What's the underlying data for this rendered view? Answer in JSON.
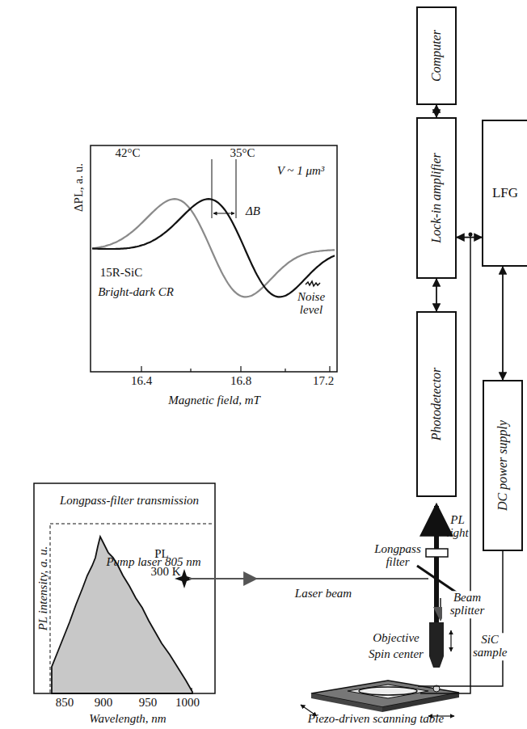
{
  "diagram": {
    "nodes": [
      {
        "text": [
          "Computer"
        ]
      },
      {
        "text": [
          "Lock-in amplifier"
        ]
      },
      {
        "text": [
          "LFG"
        ]
      },
      {
        "text": [
          "Photodetector"
        ]
      },
      {
        "text": [
          "DC power supply"
        ]
      }
    ],
    "edges": [
      {
        "from": 0,
        "to": 1,
        "arrow": "both"
      },
      {
        "from": 1,
        "to": 2,
        "arrow": "both"
      },
      {
        "from": 1,
        "to": 3,
        "arrow": "both"
      },
      {
        "from": 2,
        "to": 4,
        "arrow": "both"
      }
    ],
    "labels": [
      "ΔPL, a. u.",
      "42°C",
      "35°C",
      "V ~ 1 μm³",
      "ΔB",
      "15R-SiC",
      "Bright-dark CR",
      "Noise level",
      "16.4",
      "16.8",
      "17.2",
      "Magnetic field, mT",
      "PL intensity, a. u.",
      "Longpass-filter transmission",
      "PL",
      "300 K",
      "850",
      "900",
      "950",
      "1000",
      "Wavelength, nm",
      "Pump laser 805 nm",
      "Laser beam",
      "Beam splitter",
      "Longpass filter",
      "PL light",
      "Objective",
      "Spin center",
      "SiC sample",
      "Piezo-driven scanning table"
    ]
  }
}
